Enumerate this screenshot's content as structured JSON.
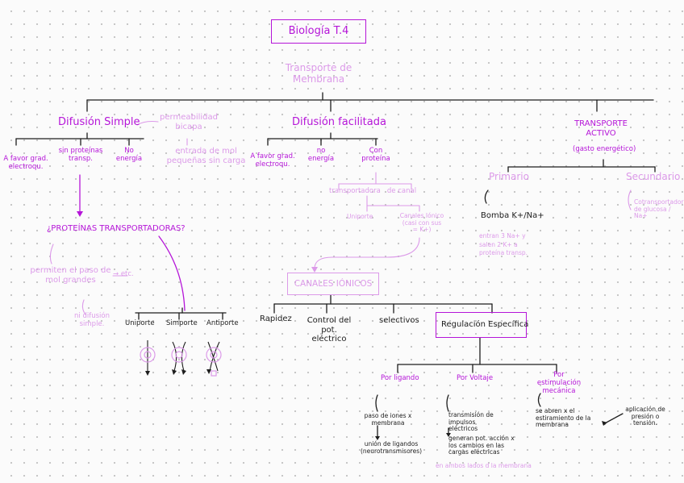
{
  "title": "Biología T.4",
  "subtitle": "Transporte de Membrana",
  "branches": {
    "simple": {
      "title": "Difusión Simple",
      "note": "permeabilidad bicapa",
      "note2": "entrada de mol pequeñas sin carga",
      "items": [
        "A favor grad. electroqu.",
        "sin proteínas transp.",
        "No energía"
      ],
      "question": "¿PROTEÍNAS TRANSPORTADORAS?",
      "q_note1": "permiten el paso de mol grandes",
      "q_note1_suffix": "→ etc.",
      "q_note2": "ni difusión simple.",
      "types": [
        "Uniporte",
        "Simporte",
        "Antiporte"
      ]
    },
    "facilitada": {
      "title": "Difusión facilitada",
      "items": [
        "A favor grad. electroqu.",
        "no energía",
        "Con proteína"
      ],
      "sub": "transportadora   de canal",
      "sub_items": [
        "Uniporte",
        "Canales Iónico (casi con sus = K+)"
      ],
      "canales": "CANALES IÓNICOS",
      "canales_items": [
        "Rapidez",
        "Control del pot. eléctrico",
        "selectivos",
        "Regulación Específica"
      ],
      "regulacion": [
        {
          "title": "Por ligando",
          "note1": "paso de iones x membrana",
          "note2": "unión de ligandos (neurotransmisores)"
        },
        {
          "title": "Por Voltaje",
          "note1": "transmisión de impulsos eléctricos",
          "note2": "generan pot. acción x los cambios en las cargas eléctricas",
          "note3": "en ambos lados d la membrana"
        },
        {
          "title": "Por estimulación mecánica",
          "note1": "se abren x el estiramiento de la membrana",
          "note2": "aplicación de presión o tensión."
        }
      ]
    },
    "activo": {
      "title": "TRANSPORTE ACTIVO",
      "subtitle": "(gasto energético)",
      "primario": "Primario",
      "secundario": "Secundario",
      "bomba": "Bomba K+/Na+",
      "bomba_note": "entran 3 Na+ y salen 2 K+ a proteína transp.",
      "sec_note": "Cotransportador de glucosa / Na+"
    }
  },
  "colors": {
    "vivid": "#b515d8",
    "light": "#dc9ae9",
    "ink": "#1d1d1d"
  }
}
